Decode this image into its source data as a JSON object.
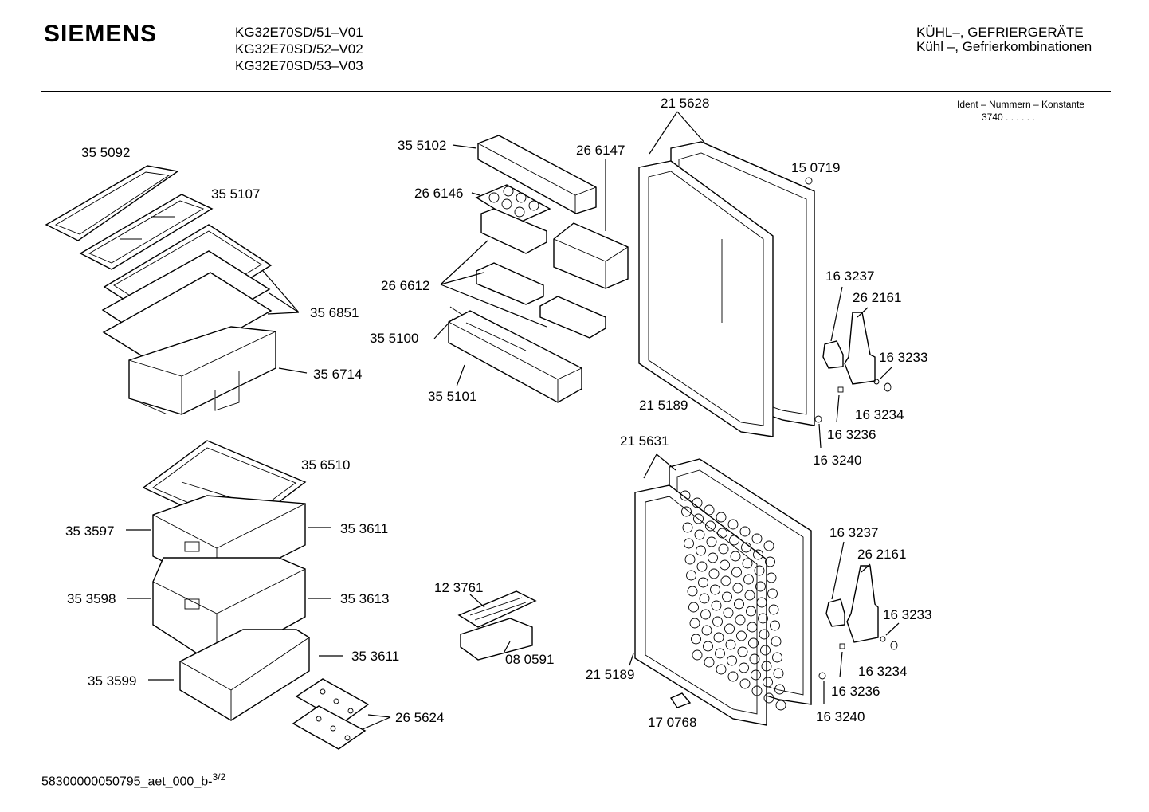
{
  "header": {
    "brand": "SIEMENS",
    "models": [
      "KG32E70SD/51–V01",
      "KG32E70SD/52–V02",
      "KG32E70SD/53–V03"
    ],
    "category_line1": "KÜHL–, GEFRIERGERÄTE",
    "category_line2": "Kühl –, Gefrierkombinationen",
    "ident_label": "Ident – Nummern – Konstante",
    "ident_value": "3740 . .   . . . ."
  },
  "footer": {
    "doc_id": "58300000050795_aet_000_b-",
    "sheet": "3/2"
  },
  "parts": {
    "p355092": "35 5092",
    "p355107": "35 5107",
    "p356851": "35 6851",
    "p356714": "35 6714",
    "p355102": "35 5102",
    "p266147": "26 6147",
    "p266146": "26 6146",
    "p266612": "26 6612",
    "p355100": "35 5100",
    "p355101": "35 5101",
    "p215628": "21 5628",
    "p150719": "15 0719",
    "p163237a": "16 3237",
    "p262161a": "26 2161",
    "p163233a": "16 3233",
    "p163234a": "16 3234",
    "p163236a": "16 3236",
    "p163240a": "16 3240",
    "p215189a": "21 5189",
    "p215631": "21 5631",
    "p356510": "35 6510",
    "p353597": "35 3597",
    "p353611a": "35 3611",
    "p353598": "35 3598",
    "p353613": "35 3613",
    "p353599": "35 3599",
    "p353611b": "35 3611",
    "p265624": "26 5624",
    "p123761": "12 3761",
    "p080591": "08 0591",
    "p215189b": "21 5189",
    "p170768": "17 0768",
    "p163237b": "16 3237",
    "p262161b": "26 2161",
    "p163233b": "16 3233",
    "p163234b": "16 3234",
    "p163236b": "16 3236",
    "p163240b": "16 3240"
  }
}
